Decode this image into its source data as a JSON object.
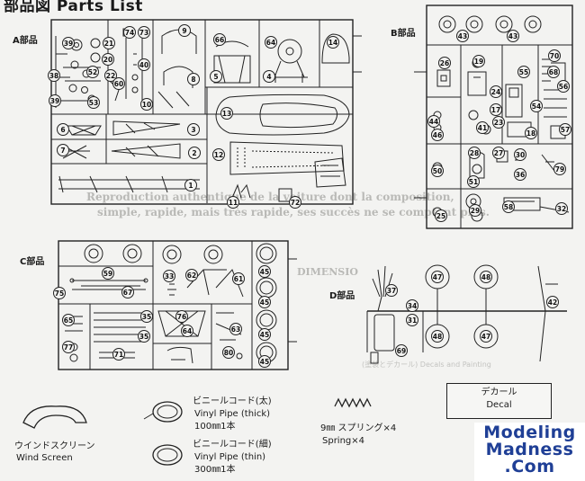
{
  "title": "部品図 Parts List",
  "sprues": {
    "a": "A部品",
    "b": "B部品",
    "c": "C部品",
    "d": "D部品"
  },
  "background_text": {
    "line1": "Reproduction authentique de la voiture dont la composition,",
    "line2": "simple, rapide, mais très rapide, ses succès ne se comptent plus.",
    "dimension": "DIMENSIO",
    "caption": "(塗装とデカール) Decals and Painting"
  },
  "legend": {
    "windscreen_jp": "ウインドスクリーン",
    "windscreen_en": "Wind Screen",
    "vinyl_thick_jp": "ビニールコード(太)",
    "vinyl_thick_en": "Vinyl Pipe (thick)",
    "vinyl_thick_qty": "100㎜1本",
    "vinyl_thin_jp": "ビニールコード(細)",
    "vinyl_thin_en": "Vinyl Pipe (thin)",
    "vinyl_thin_qty": "300㎜1本",
    "spring_jp": "9㎜ スプリング×4",
    "spring_en": "Spring×4",
    "decal_jp": "デカール",
    "decal_en": "Decal"
  },
  "watermark": {
    "line1": "Modeling",
    "line2": "Madness",
    "line3": ".Com"
  },
  "part_numbers": {
    "a": [
      "39",
      "21",
      "38",
      "20",
      "52",
      "22",
      "39",
      "53",
      "60",
      "74",
      "73",
      "40",
      "10",
      "9",
      "8",
      "66",
      "64",
      "14",
      "5",
      "4",
      "3",
      "2",
      "1",
      "6",
      "7",
      "13",
      "12",
      "11",
      "72"
    ],
    "b": [
      "43",
      "43",
      "26",
      "19",
      "55",
      "70",
      "44",
      "24",
      "56",
      "17",
      "57",
      "18",
      "68",
      "41",
      "23",
      "46",
      "54",
      "27",
      "28",
      "36",
      "30",
      "51",
      "79",
      "50",
      "58",
      "25",
      "29",
      "32"
    ],
    "c": [
      "59",
      "67",
      "75",
      "33",
      "62",
      "61",
      "45",
      "45",
      "65",
      "35",
      "63",
      "35",
      "76",
      "64",
      "71",
      "77",
      "80",
      "45",
      "45"
    ],
    "d": [
      "37",
      "47",
      "48",
      "42",
      "34",
      "31",
      "48",
      "47",
      "69"
    ]
  }
}
